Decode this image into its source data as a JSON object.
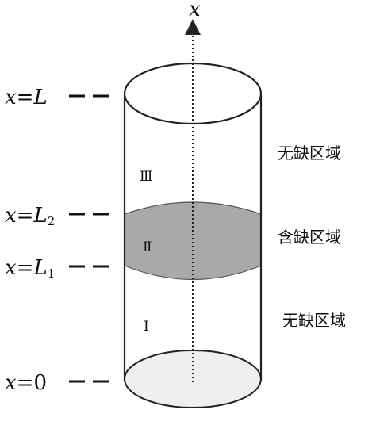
{
  "axis": {
    "label": "x"
  },
  "boundary_labels": {
    "top": {
      "lhs": "x",
      "eq": "=",
      "rhs": "L",
      "sub": ""
    },
    "L2": {
      "lhs": "x",
      "eq": "=",
      "rhs": "L",
      "sub": "2"
    },
    "L1": {
      "lhs": "x",
      "eq": "=",
      "rhs": "L",
      "sub": "1"
    },
    "zero": {
      "lhs": "x",
      "eq": "=",
      "rhs": "0",
      "sub": ""
    }
  },
  "regions": {
    "upper": {
      "numeral": "Ⅲ",
      "description": "无缺区域"
    },
    "middle": {
      "numeral": "Ⅱ",
      "description": "含缺区域"
    },
    "lower": {
      "numeral": "Ⅰ",
      "description": "无缺区域"
    }
  },
  "colors": {
    "outline": "#222222",
    "defect_band": "#a9a9a9",
    "bottom_face": "#efefef"
  }
}
